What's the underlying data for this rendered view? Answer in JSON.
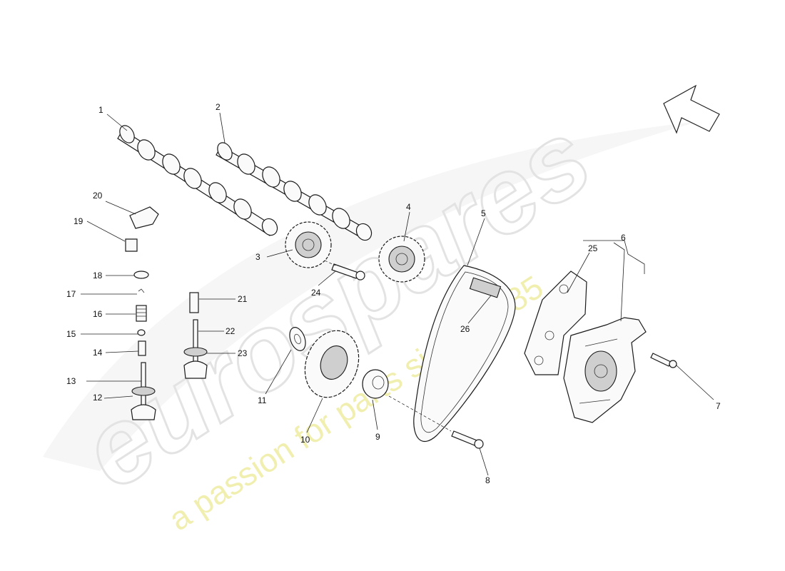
{
  "watermark": {
    "brand": "eurospares",
    "tagline": "a passion for parts since 1985",
    "brand_color": "#e9e9e9",
    "tagline_color": "#f3f1b6"
  },
  "callouts": {
    "c1": "1",
    "c2": "2",
    "c3": "3",
    "c4": "4",
    "c5": "5",
    "c6": "6",
    "c7": "7",
    "c8": "8",
    "c9": "9",
    "c10": "10",
    "c11": "11",
    "c12": "12",
    "c13": "13",
    "c14": "14",
    "c15": "15",
    "c16": "16",
    "c17": "17",
    "c18": "18",
    "c19": "19",
    "c20": "20",
    "c21": "21",
    "c22": "22",
    "c23": "23",
    "c24": "24",
    "c25": "25",
    "c26": "26"
  },
  "icons": {
    "direction": "arrow-up-left-icon"
  }
}
